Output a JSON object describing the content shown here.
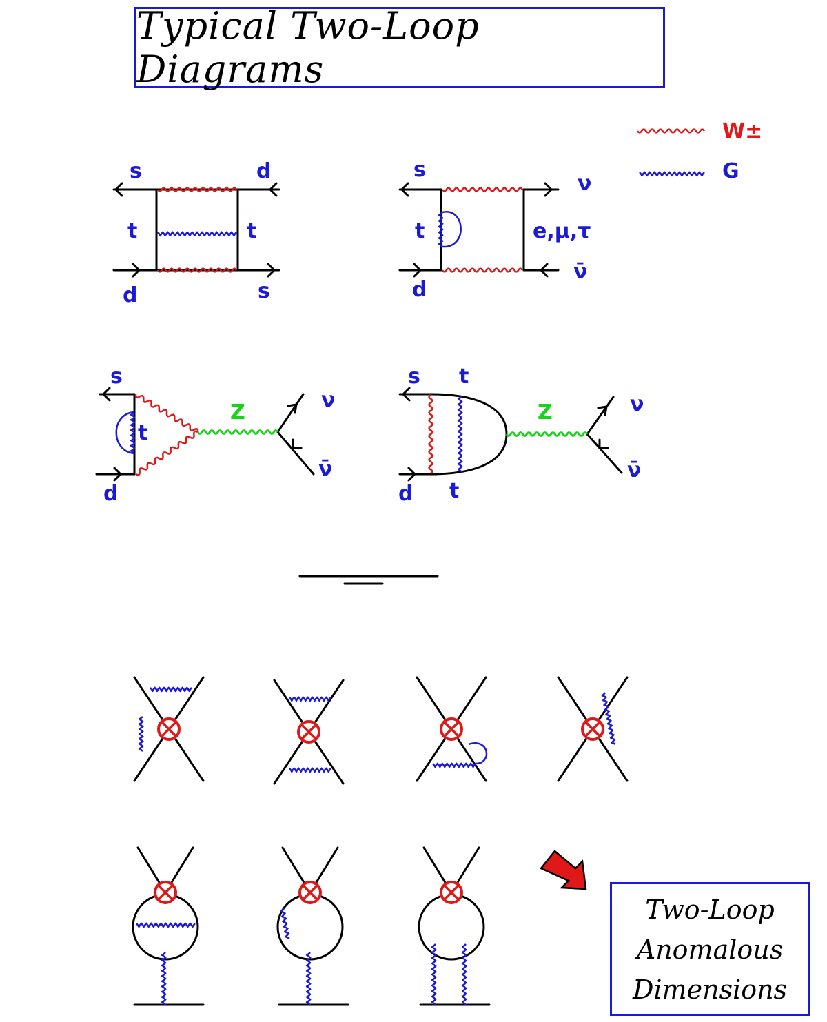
{
  "title": "Typical Two-Loop Diagrams",
  "legend": [
    {
      "label": "W±",
      "color": "#e01818",
      "style": "wavy"
    },
    {
      "label": "G",
      "color": "#1a1ad8",
      "style": "curly"
    }
  ],
  "colors": {
    "fermion": "#000000",
    "w_boson": "#e01818",
    "gluon": "#1a1ad8",
    "z_boson": "#18d418",
    "vertex": "#e01818",
    "box_border": "#1a1ad8"
  },
  "diagram1": {
    "top_left": "s",
    "top_right": "d",
    "left_mid": "t",
    "right_mid": "t",
    "bottom_left": "d",
    "bottom_right": "s"
  },
  "diagram2": {
    "top_left": "s",
    "top_right": "ν",
    "left_mid": "t",
    "right_mid": "e,μ,τ",
    "bottom_left": "d",
    "bottom_right": "ν̄"
  },
  "diagram3": {
    "top_left": "s",
    "left_mid": "t",
    "bottom_left": "d",
    "z_label": "Z",
    "top_right": "ν",
    "bottom_right": "ν̄"
  },
  "diagram4": {
    "top_left": "s",
    "top_mid": "t",
    "bottom_left": "d",
    "bottom_mid": "t",
    "z_label": "Z",
    "top_right": "ν",
    "bottom_right": "ν̄"
  },
  "result": {
    "line1": "Two-Loop",
    "line2": "Anomalous",
    "line3": "Dimensions"
  }
}
